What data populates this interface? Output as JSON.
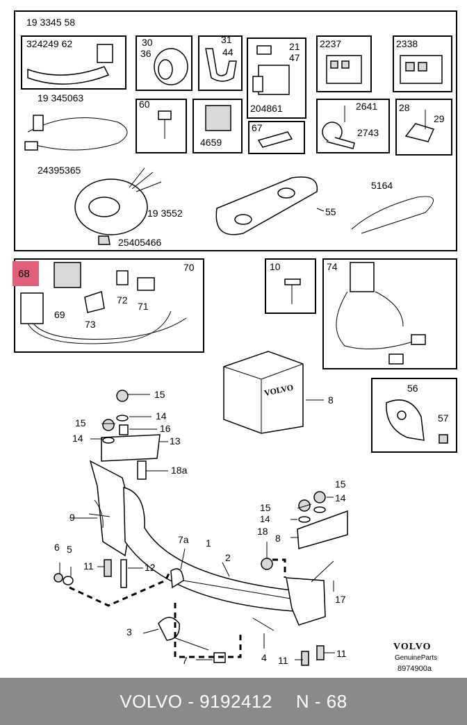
{
  "diagram": {
    "top_box": {
      "labels": {
        "a": "19 3345 58",
        "b": "324249 62",
        "c": "30",
        "d": "36",
        "e": "31",
        "f": "44",
        "g": "21",
        "h": "47",
        "i": "2237",
        "j": "2338",
        "k": "19 345063",
        "l": "60",
        "m": "204861",
        "n": "2641",
        "o": "2743",
        "p": "28",
        "q": "29",
        "r": "4659",
        "s": "67",
        "t": "24395365",
        "u": "5164",
        "v": "19 3552",
        "w": "55",
        "x": "25405466"
      }
    },
    "kit_box": {
      "highlight": "68",
      "labels": {
        "a": "69",
        "b": "70",
        "c": "72",
        "d": "71",
        "e": "73"
      }
    },
    "bolt_box": {
      "label": "10"
    },
    "harness_box": {
      "label": "74"
    },
    "package": {
      "brand": "VOLVO",
      "label": "8"
    },
    "bracket_box": {
      "a": "56",
      "b": "57"
    },
    "towbar": {
      "labels": {
        "l15a": "15",
        "l14a": "14",
        "l15b": "15",
        "l14b": "14",
        "l16": "16",
        "l13": "13",
        "l18a": "18a",
        "l9": "9",
        "l7a": "7a",
        "l1": "1",
        "l2": "2",
        "l6": "6",
        "l5": "5",
        "l11a": "11",
        "l12": "12",
        "l3": "3",
        "l7": "7",
        "l4": "4",
        "l11b": "11",
        "l11c": "11",
        "l15c": "15",
        "l14c": "14",
        "l15d": "15",
        "l14d": "14",
        "l18": "18",
        "l8": "8",
        "l17": "17"
      }
    },
    "brand_block": {
      "brand": "VOLVO",
      "subtitle": "GenuineParts",
      "code": "8974900a"
    }
  },
  "footer": {
    "brand": "VOLVO",
    "part_number": "9192412",
    "position": "N",
    "number": "68"
  }
}
